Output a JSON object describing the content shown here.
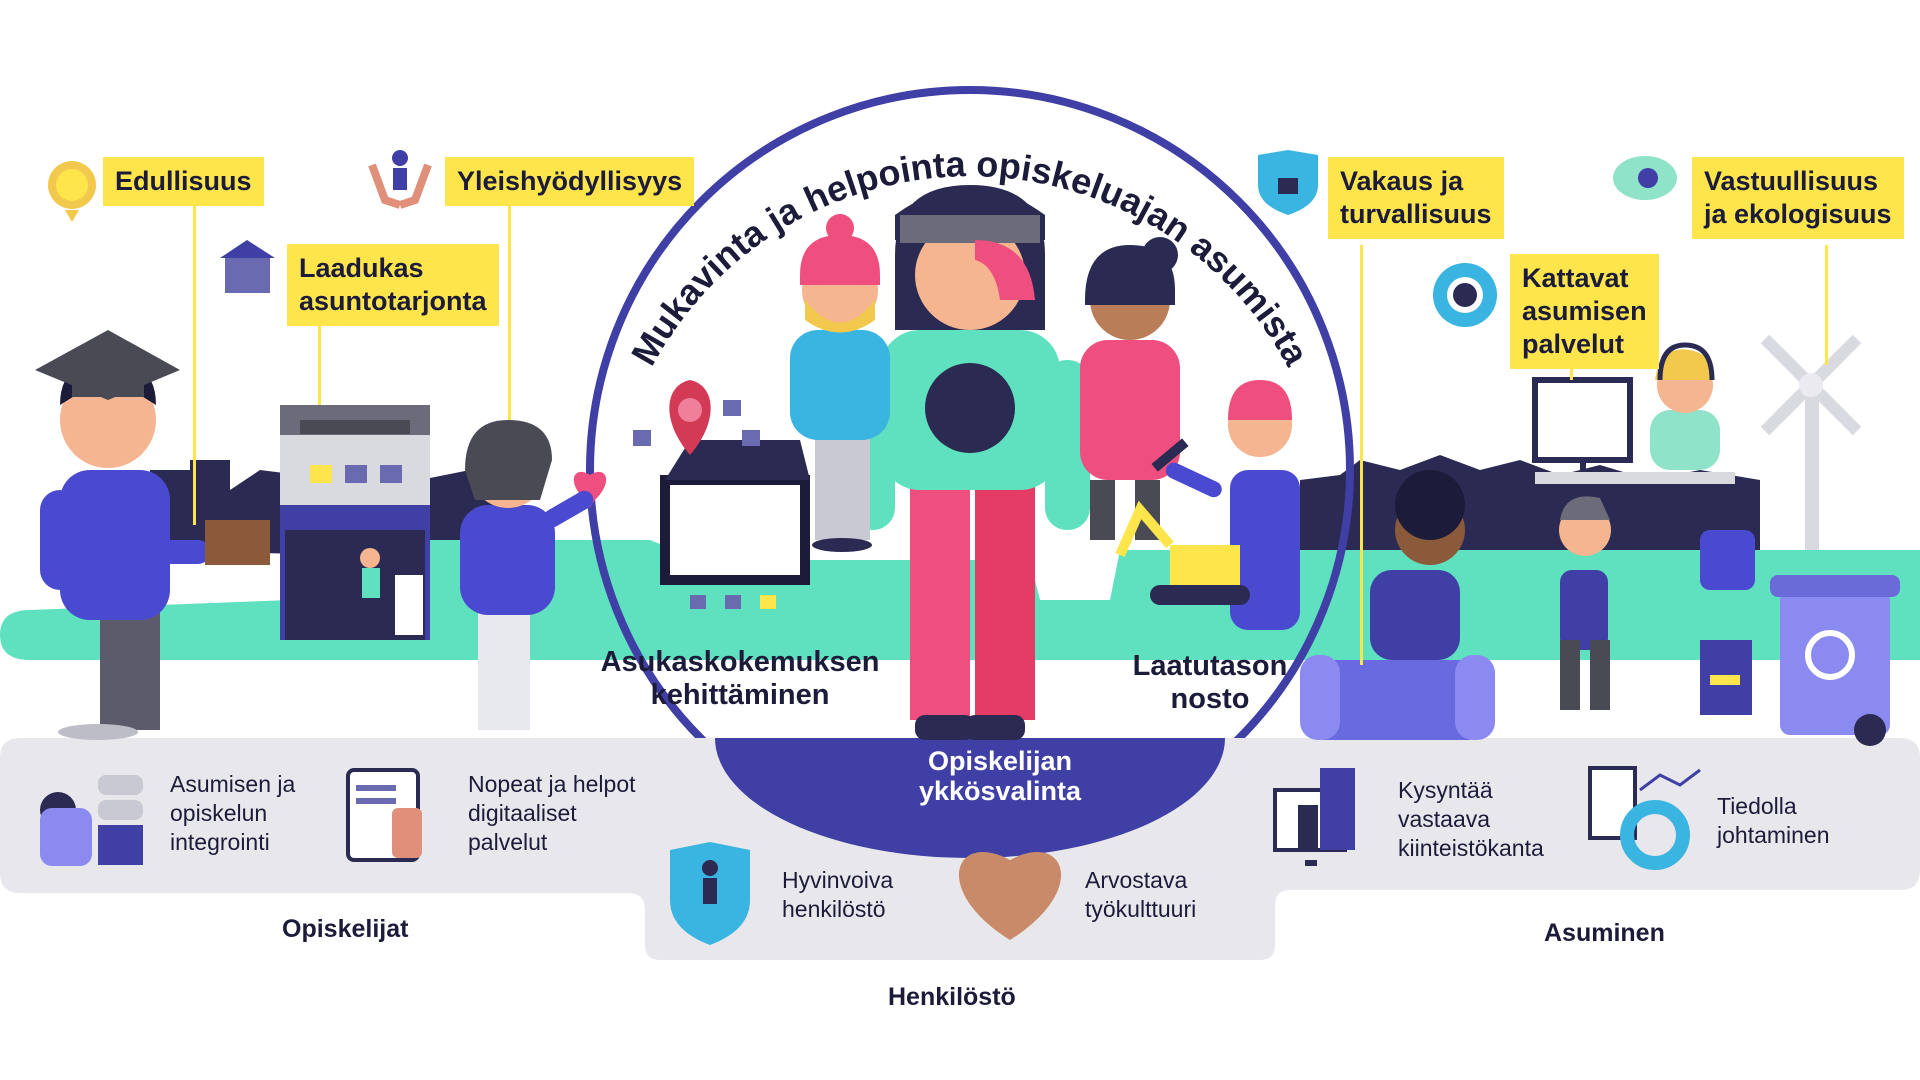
{
  "title": "Mukavinta ja helpointa opiskeluajan asumista",
  "core_value": "Opiskelijan\nykkösvalinta",
  "values": {
    "edullisuus": "Edullisuus",
    "laadukas": "Laadukas\nasuntotarjonta",
    "yleishyodyllisyys": "Yleishyödyllisyys",
    "vakaus": "Vakaus ja\nturvallisuus",
    "kattavat": "Kattavat\nasumisen\npalvelut",
    "vastuullisuus": "Vastuullisuus\nja ekologisuus"
  },
  "goals": {
    "asukaskokemus": "Asukaskokemuksen\nkehittäminen",
    "laatutaso": "Laatutason\nnosto"
  },
  "groups": {
    "opiskelijat": {
      "label": "Opiskelijat",
      "items": [
        "Asumisen ja\nopiskelun\nintegrointi",
        "Nopeat ja helpot\ndigitaaliset\npalvelut"
      ]
    },
    "henkilosto": {
      "label": "Henkilöstö",
      "items": [
        "Hyvinvoiva\nhenkilöstö",
        "Arvostava\ntyökulttuuri"
      ]
    },
    "asuminen": {
      "label": "Asuminen",
      "items": [
        "Kysyntää\nvastaava\nkiinteistökanta",
        "Tiedolla\njohtaminen"
      ]
    }
  },
  "colors": {
    "yellow": "#fde54b",
    "navy": "#3f3fa6",
    "mint": "#5fe0bf",
    "grey": "#e8e8ec",
    "pink": "#ef4f7f",
    "dark": "#1c1b3a"
  }
}
